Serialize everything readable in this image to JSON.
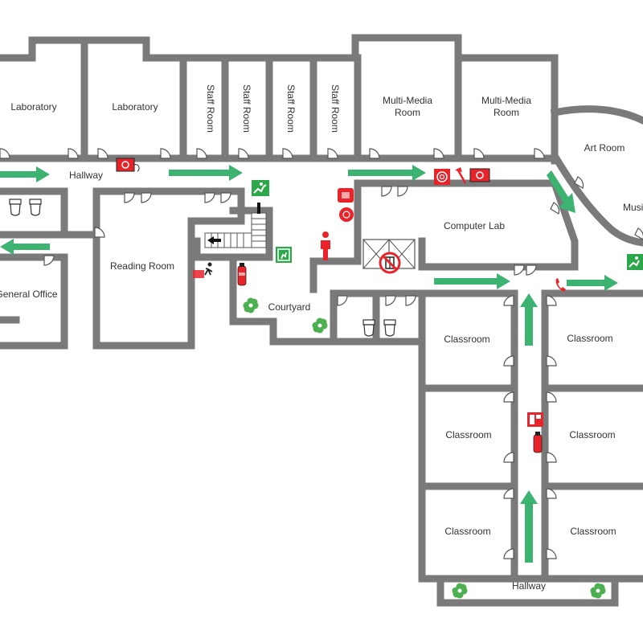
{
  "colors": {
    "wall": "#7a7a7a",
    "arrow": "#3cb371",
    "exit_sign": "#2ca84a",
    "fire_red": "#e8232a",
    "plant_green": "#4caf50"
  },
  "rooms": {
    "laboratory_1": "Laboratory",
    "laboratory_2": "Laboratory",
    "staff_room_1": "Staff Room",
    "staff_room_2": "Staff Room",
    "staff_room_3": "Staff Room",
    "staff_room_4": "Staff Room",
    "multi_media_1_line1": "Multi-Media",
    "multi_media_1_line2": "Room",
    "multi_media_2_line1": "Multi-Media",
    "multi_media_2_line2": "Room",
    "art_room": "Art Room",
    "music": "Music",
    "hallway_top": "Hallway",
    "computer_lab": "Computer Lab",
    "reading_room": "Reading Room",
    "general_office": "General Office",
    "courtyard": "Courtyard",
    "classroom_1": "Classroom",
    "classroom_2": "Classroom",
    "classroom_3": "Classroom",
    "classroom_4": "Classroom",
    "classroom_5": "Classroom",
    "classroom_6": "Classroom",
    "hallway_bottom": "Hallway"
  },
  "icons": {
    "exit_sign": "exit-sign-icon",
    "fire_extinguisher": "fire-extinguisher-icon",
    "fire_alarm": "fire-alarm-icon",
    "fire_phone": "fire-phone-icon",
    "fire_hose": "fire-hose-icon",
    "fire_axe": "fire-axe-icon",
    "person": "person-icon",
    "elevator": "elevator-icon",
    "no_elevator": "no-elevator-sign-icon",
    "toilet": "toilet-icon",
    "plant": "plant-icon",
    "stairs": "stairs-icon"
  }
}
